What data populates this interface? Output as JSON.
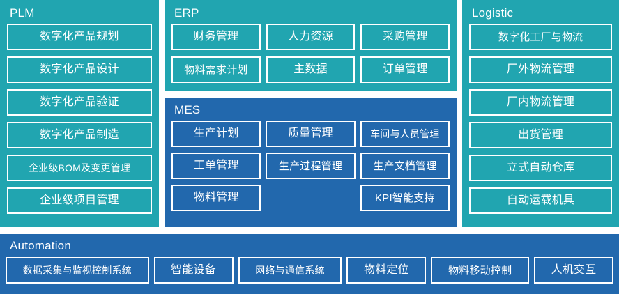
{
  "colors": {
    "teal": "#21A5B0",
    "blue": "#2268AD",
    "box_border": "#ffffff",
    "text": "#ffffff",
    "page_background": "#ffffff"
  },
  "panels": {
    "plm": {
      "title": "PLM",
      "items": [
        "数字化产品规划",
        "数字化产品设计",
        "数字化产品验证",
        "数字化产品制造",
        "企业级BOM及变更管理",
        "企业级项目管理"
      ]
    },
    "erp": {
      "title": "ERP",
      "items": [
        "财务管理",
        "人力资源",
        "采购管理",
        "物料需求计划",
        "主数据",
        "订单管理"
      ]
    },
    "mes": {
      "title": "MES",
      "items": [
        "生产计划",
        "质量管理",
        "车间与人员管理",
        "工单管理",
        "生产过程管理",
        "生产文档管理",
        "物料管理",
        "",
        "KPI智能支持"
      ]
    },
    "logistic": {
      "title": "Logistic",
      "items": [
        "数字化工厂与物流",
        "厂外物流管理",
        "厂内物流管理",
        "出货管理",
        "立式自动仓库",
        "自动运载机具"
      ]
    },
    "automation": {
      "title": "Automation",
      "items": [
        "数据采集与监视控制系统",
        "智能设备",
        "网络与通信系统",
        "物料定位",
        "物料移动控制",
        "人机交互"
      ]
    }
  }
}
